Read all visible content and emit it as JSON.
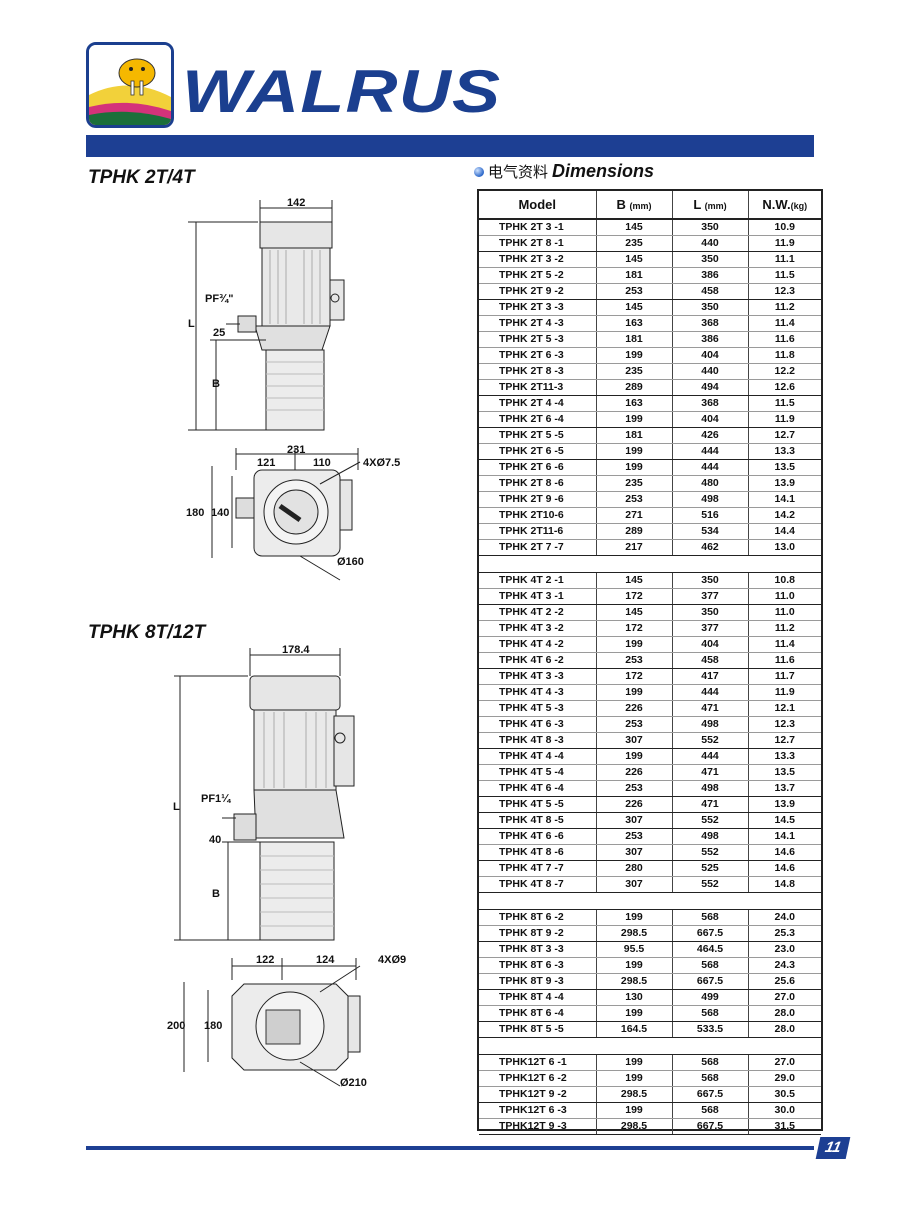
{
  "brand": {
    "name": "WALRUS"
  },
  "sections": {
    "small": "TPHK 2T/4T",
    "large": "TPHK 8T/12T"
  },
  "dimensions_title": {
    "cn": "电气资料",
    "en": "Dimensions"
  },
  "table": {
    "headers": {
      "model": "Model",
      "b": "B",
      "l": "L",
      "nw": "N.W.",
      "b_unit": "(mm)",
      "l_unit": "(mm)",
      "nw_unit": "(kg)"
    },
    "groups": [
      [
        [
          "TPHK 2T 3 -1",
          "145",
          "350",
          "10.9"
        ],
        [
          "TPHK 2T 8 -1",
          "235",
          "440",
          "11.9"
        ],
        [
          "TPHK 2T 3 -2",
          "145",
          "350",
          "11.1"
        ],
        [
          "TPHK 2T 5 -2",
          "181",
          "386",
          "11.5"
        ],
        [
          "TPHK 2T 9 -2",
          "253",
          "458",
          "12.3"
        ],
        [
          "TPHK 2T 3 -3",
          "145",
          "350",
          "11.2"
        ],
        [
          "TPHK 2T 4 -3",
          "163",
          "368",
          "11.4"
        ],
        [
          "TPHK 2T 5 -3",
          "181",
          "386",
          "11.6"
        ],
        [
          "TPHK 2T 6 -3",
          "199",
          "404",
          "11.8"
        ],
        [
          "TPHK 2T 8 -3",
          "235",
          "440",
          "12.2"
        ],
        [
          "TPHK 2T11-3",
          "289",
          "494",
          "12.6"
        ],
        [
          "TPHK 2T 4 -4",
          "163",
          "368",
          "11.5"
        ],
        [
          "TPHK 2T 6 -4",
          "199",
          "404",
          "11.9"
        ],
        [
          "TPHK 2T 5 -5",
          "181",
          "426",
          "12.7"
        ],
        [
          "TPHK 2T 6 -5",
          "199",
          "444",
          "13.3"
        ],
        [
          "TPHK 2T 6 -6",
          "199",
          "444",
          "13.5"
        ],
        [
          "TPHK 2T 8 -6",
          "235",
          "480",
          "13.9"
        ],
        [
          "TPHK 2T 9 -6",
          "253",
          "498",
          "14.1"
        ],
        [
          "TPHK 2T10-6",
          "271",
          "516",
          "14.2"
        ],
        [
          "TPHK 2T11-6",
          "289",
          "534",
          "14.4"
        ],
        [
          "TPHK 2T 7 -7",
          "217",
          "462",
          "13.0"
        ]
      ],
      [
        [
          "TPHK 4T 2 -1",
          "145",
          "350",
          "10.8"
        ],
        [
          "TPHK 4T 3 -1",
          "172",
          "377",
          "11.0"
        ],
        [
          "TPHK 4T 2 -2",
          "145",
          "350",
          "11.0"
        ],
        [
          "TPHK 4T 3 -2",
          "172",
          "377",
          "11.2"
        ],
        [
          "TPHK 4T 4 -2",
          "199",
          "404",
          "11.4"
        ],
        [
          "TPHK 4T 6 -2",
          "253",
          "458",
          "11.6"
        ],
        [
          "TPHK 4T 3 -3",
          "172",
          "417",
          "11.7"
        ],
        [
          "TPHK 4T 4 -3",
          "199",
          "444",
          "11.9"
        ],
        [
          "TPHK 4T 5 -3",
          "226",
          "471",
          "12.1"
        ],
        [
          "TPHK 4T 6 -3",
          "253",
          "498",
          "12.3"
        ],
        [
          "TPHK 4T 8 -3",
          "307",
          "552",
          "12.7"
        ],
        [
          "TPHK 4T 4 -4",
          "199",
          "444",
          "13.3"
        ],
        [
          "TPHK 4T 5 -4",
          "226",
          "471",
          "13.5"
        ],
        [
          "TPHK 4T 6 -4",
          "253",
          "498",
          "13.7"
        ],
        [
          "TPHK 4T 5 -5",
          "226",
          "471",
          "13.9"
        ],
        [
          "TPHK 4T 8 -5",
          "307",
          "552",
          "14.5"
        ],
        [
          "TPHK 4T 6 -6",
          "253",
          "498",
          "14.1"
        ],
        [
          "TPHK 4T 8 -6",
          "307",
          "552",
          "14.6"
        ],
        [
          "TPHK 4T 7 -7",
          "280",
          "525",
          "14.6"
        ],
        [
          "TPHK 4T 8 -7",
          "307",
          "552",
          "14.8"
        ]
      ],
      [
        [
          "TPHK 8T 6 -2",
          "199",
          "568",
          "24.0"
        ],
        [
          "TPHK 8T 9 -2",
          "298.5",
          "667.5",
          "25.3"
        ],
        [
          "TPHK 8T 3 -3",
          "95.5",
          "464.5",
          "23.0"
        ],
        [
          "TPHK 8T 6 -3",
          "199",
          "568",
          "24.3"
        ],
        [
          "TPHK 8T 9 -3",
          "298.5",
          "667.5",
          "25.6"
        ],
        [
          "TPHK 8T 4 -4",
          "130",
          "499",
          "27.0"
        ],
        [
          "TPHK 8T 6 -4",
          "199",
          "568",
          "28.0"
        ],
        [
          "TPHK 8T 5 -5",
          "164.5",
          "533.5",
          "28.0"
        ]
      ],
      [
        [
          "TPHK12T 6 -1",
          "199",
          "568",
          "27.0"
        ],
        [
          "TPHK12T 6 -2",
          "199",
          "568",
          "29.0"
        ],
        [
          "TPHK12T 9 -2",
          "298.5",
          "667.5",
          "30.5"
        ],
        [
          "TPHK12T 6 -3",
          "199",
          "568",
          "30.0"
        ],
        [
          "TPHK12T 9 -3",
          "298.5",
          "667.5",
          "31.5"
        ]
      ]
    ],
    "group_ends": [
      [
        1,
        4,
        10,
        12,
        14,
        20
      ],
      [
        1,
        5,
        10,
        13,
        14,
        15,
        17,
        19
      ],
      [
        1,
        4,
        6,
        7
      ],
      [
        2,
        4
      ]
    ]
  },
  "drawing_small": {
    "top_width": "142",
    "pf": "PF¾\"",
    "dim25": "25",
    "L": "L",
    "B": "B",
    "plan_width": "231",
    "left": "121",
    "right": "110",
    "holes": "4XØ7.5",
    "h180": "180",
    "h140": "140",
    "dia": "Ø160"
  },
  "drawing_large": {
    "top_width": "178.4",
    "pf": "PF1¼",
    "dim40": "40",
    "L": "L",
    "B": "B",
    "left": "122",
    "right": "124",
    "holes": "4XØ9",
    "h200": "200",
    "h180": "180",
    "dia": "Ø210"
  },
  "page_number": "11",
  "colors": {
    "brand_blue": "#1d3f93",
    "pump_grey": "#e6e6e6"
  }
}
